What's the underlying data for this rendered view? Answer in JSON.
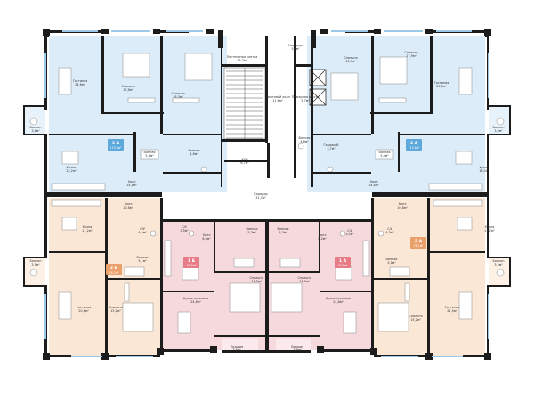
{
  "colors": {
    "blue_apartment": "#dcecf8",
    "peach_apartment": "#fbe7d6",
    "pink_apartment": "#f6d9dc",
    "wall": "#1c1c1c",
    "badge_blue": "#5ea9dc",
    "badge_peach": "#e9a06a",
    "badge_pink": "#e87c86"
  },
  "rooms": {
    "corridor_top": {
      "name": "Коридор",
      "area": "5,6м²"
    },
    "hall_stair_top": {
      "name": "Лестничная клетка",
      "area": "16,7м²"
    },
    "elevator_hall": {
      "name": "Лифтовой холл",
      "area": "11,6м²"
    },
    "fire_shaft": {
      "name": "Пожарная шахта",
      "area": "5,7м²"
    },
    "kui": {
      "name": "КУИ",
      "area": "6,7м²"
    },
    "corridor_main": {
      "name": "Коридор",
      "area": "31,3м²"
    },
    "l3_living": {
      "name": "Гостиная",
      "area": "24,6м²"
    },
    "l3_bed1": {
      "name": "Спальня",
      "area": "17,6м²"
    },
    "l3_bed2": {
      "name": "Спальня",
      "area": "16,3м²"
    },
    "l3_kitchen": {
      "name": "Кухня",
      "area": "15,2м²"
    },
    "l3_hall": {
      "name": "Холл",
      "area": "14,1м²"
    },
    "l3_bath1": {
      "name": "Ванная",
      "area": "5,1м²"
    },
    "l3_bath2": {
      "name": "Ванная",
      "area": "4,8м²"
    },
    "l3_balcony": {
      "name": "Балкон",
      "area": "3,6м²"
    },
    "r3_living": {
      "name": "Гостиная",
      "area": "25,6м²"
    },
    "r3_bed1": {
      "name": "Спальня",
      "area": "17,9м²"
    },
    "r3_bed2": {
      "name": "Спальня",
      "area": "16,9м²"
    },
    "r3_kitchen": {
      "name": "Кухня",
      "area": "16,0м²"
    },
    "r3_hall": {
      "name": "Холл",
      "area": "14,8м²"
    },
    "r3_bath1": {
      "name": "Ванная",
      "area": "5,0м²"
    },
    "r3_bath2": {
      "name": "Ванная",
      "area": "4,8м²"
    },
    "r3_balcony": {
      "name": "Балкон",
      "area": "3,6м²"
    },
    "r3_wardrobe": {
      "name": "Гардероб",
      "area": "3,7м²"
    },
    "l2_hall": {
      "name": "Холл",
      "area": "10,8м²"
    },
    "l2_kitchen": {
      "name": "Кухня",
      "area": "11,2м²"
    },
    "l2_cu": {
      "name": "С/У",
      "area": "4,0м²"
    },
    "l2_bath": {
      "name": "Ванная",
      "area": "5,1м²"
    },
    "l2_balcony": {
      "name": "Балкон",
      "area": "3,5м²"
    },
    "l2_living": {
      "name": "Гостиная",
      "area": "20,6м²"
    },
    "l2_bed": {
      "name": "Спальня",
      "area": "15,2м²"
    },
    "r2_hall": {
      "name": "Холл",
      "area": "10,8м²"
    },
    "r2_kitchen": {
      "name": "Кухня",
      "area": "11,2м²"
    },
    "r2_cu": {
      "name": "С/У",
      "area": "4,0м²"
    },
    "r2_bath": {
      "name": "Ванная",
      "area": "5,1м²"
    },
    "r2_balcony": {
      "name": "Балкон",
      "area": "3,5м²"
    },
    "r2_living": {
      "name": "Гостиная",
      "area": "21,5м²"
    },
    "r2_bed": {
      "name": "Спальня",
      "area": "15,2м²"
    },
    "l1_cu": {
      "name": "С/У",
      "area": "3,5м²"
    },
    "l1_hall": {
      "name": "Холл",
      "area": "8,6м²"
    },
    "l1_bath": {
      "name": "Ванная",
      "area": "5,3м²"
    },
    "l1_bed": {
      "name": "Спальня",
      "area": "14,5м²"
    },
    "l1_kitchen_living": {
      "name": "Кухня-гостиная",
      "area": "24,8м²"
    },
    "l1_loggia": {
      "name": "Лоджия",
      "area": "3,6м²"
    },
    "r1_cu": {
      "name": "С/У",
      "area": "3,5м²"
    },
    "r1_hall": {
      "name": "Холл",
      "area": "8,2м²"
    },
    "r1_bath": {
      "name": "Ванная",
      "area": "5,3м²"
    },
    "r1_bed": {
      "name": "Спальня",
      "area": "14,5м²"
    },
    "r1_kitchen_living": {
      "name": "Кухня-гостиная",
      "area": "24,8м²"
    },
    "r1_loggia": {
      "name": "Лоджия",
      "area": "3,6м²"
    }
  },
  "badges": {
    "l3": {
      "code": "3 А",
      "area": "113,8м²"
    },
    "r3": {
      "code": "3 А",
      "area": "115,6м²"
    },
    "l2": {
      "code": "2 Б",
      "area": "76,2м²"
    },
    "r2": {
      "code": "2 А",
      "area": "78,1м²"
    },
    "l1": {
      "code": "1 Б",
      "area": "55,8м²"
    },
    "r1": {
      "code": "1 А",
      "area": "55,8м²"
    }
  }
}
